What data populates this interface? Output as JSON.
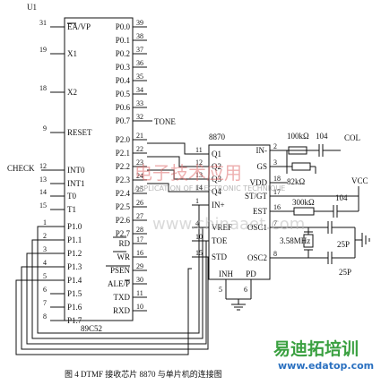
{
  "mcu": {
    "ref": "U1",
    "part": "89C52",
    "left_pins": [
      {
        "num": "31",
        "name": "EA/VP"
      },
      {
        "num": "19",
        "name": "X1"
      },
      {
        "num": "18",
        "name": "X2"
      },
      {
        "num": "9",
        "name": "RESET"
      },
      {
        "num": "12",
        "name": "INT0"
      },
      {
        "num": "13",
        "name": "INT1"
      },
      {
        "num": "14",
        "name": "T0"
      },
      {
        "num": "15",
        "name": "T1"
      },
      {
        "num": "1",
        "name": "P1.0"
      },
      {
        "num": "2",
        "name": "P1.1"
      },
      {
        "num": "3",
        "name": "P1.2"
      },
      {
        "num": "4",
        "name": "P1.3"
      },
      {
        "num": "5",
        "name": "P1.4"
      },
      {
        "num": "6",
        "name": "P1.5"
      },
      {
        "num": "7",
        "name": "P1.6"
      },
      {
        "num": "8",
        "name": "P1.7"
      }
    ],
    "right_pins": [
      {
        "num": "39",
        "name": "P0.0"
      },
      {
        "num": "38",
        "name": "P0.1"
      },
      {
        "num": "37",
        "name": "P0.2"
      },
      {
        "num": "36",
        "name": "P0.3"
      },
      {
        "num": "35",
        "name": "P0.4"
      },
      {
        "num": "34",
        "name": "P0.5"
      },
      {
        "num": "33",
        "name": "P0.6"
      },
      {
        "num": "32",
        "name": "P0.7"
      },
      {
        "num": "21",
        "name": "P2.0"
      },
      {
        "num": "22",
        "name": "P2.1"
      },
      {
        "num": "23",
        "name": "P2.2"
      },
      {
        "num": "24",
        "name": "P2.3"
      },
      {
        "num": "25",
        "name": "P2.4"
      },
      {
        "num": "26",
        "name": "P2.5"
      },
      {
        "num": "27",
        "name": "P2.6"
      },
      {
        "num": "28",
        "name": "P2.7"
      },
      {
        "num": "17",
        "name": "RD"
      },
      {
        "num": "16",
        "name": "WR"
      },
      {
        "num": "29",
        "name": "PSEN"
      },
      {
        "num": "30",
        "name": "ALE/P"
      },
      {
        "num": "11",
        "name": "TXD"
      },
      {
        "num": "10",
        "name": "RXD"
      }
    ]
  },
  "net_labels": {
    "tone": "TONE",
    "check": "CHECK",
    "col": "COL",
    "vcc": "VCC"
  },
  "dtmf": {
    "ref": "8870",
    "left_pins": [
      {
        "num": "11",
        "name": "Q1"
      },
      {
        "num": "12",
        "name": "Q2"
      },
      {
        "num": "13",
        "name": "Q3"
      },
      {
        "num": "14",
        "name": "Q4"
      },
      {
        "num": "1",
        "name": "IN+"
      },
      {
        "num": "4",
        "name": "VREF"
      },
      {
        "num": "10",
        "name": "TOE"
      },
      {
        "num": "15",
        "name": "STD"
      }
    ],
    "right_pins": [
      {
        "num": "2",
        "name": "IN-"
      },
      {
        "num": "3",
        "name": "GS"
      },
      {
        "num": "18",
        "name": "VDD"
      },
      {
        "num": "17",
        "name": "ST/GT"
      },
      {
        "num": "16",
        "name": "EST"
      },
      {
        "num": "7",
        "name": "OSC1"
      },
      {
        "num": "8",
        "name": "OSC2"
      }
    ],
    "bottom_pins": [
      {
        "num": "5",
        "name": "INH"
      },
      {
        "num": "6",
        "name": "PD"
      }
    ]
  },
  "components": {
    "r1": "100kΩ",
    "c1": "104",
    "r2": "82kΩ",
    "r3": "300kΩ",
    "c2": "104",
    "crystal": "3.58MHz",
    "c3": "25P",
    "c4": "25P"
  },
  "caption": "图 4  DTMF 接收芯片 8870 与单片机的连接图",
  "watermarks": {
    "center": "www.chinaaet.com",
    "logo_cn": "电子技术应用",
    "logo_en": "APPLICATION OF ELECTRONIC TECHNIQUE",
    "corner_cn": "易迪拓培训",
    "corner_url": "www.edatop.com"
  }
}
